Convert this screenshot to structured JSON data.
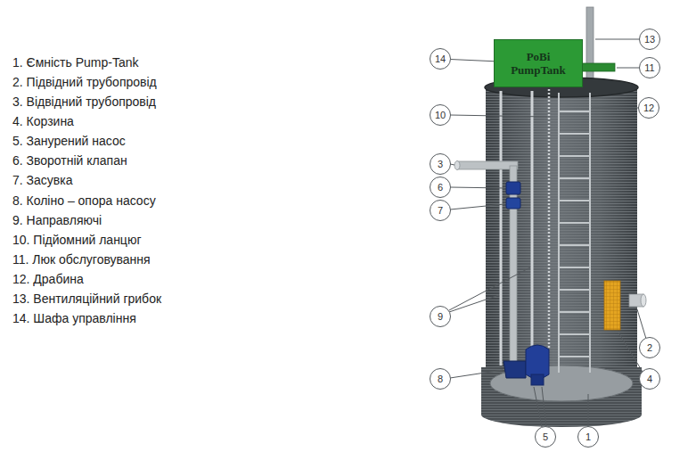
{
  "diagram": {
    "nodes": [
      {
        "text": [
          "14"
        ]
      },
      {
        "text": [
          "PoBi PumpTank"
        ]
      },
      {
        "text": [
          "13"
        ]
      },
      {
        "text": [
          "11"
        ]
      },
      {
        "text": [
          "10"
        ]
      },
      {
        "text": [
          "12"
        ]
      },
      {
        "text": [
          "3"
        ]
      },
      {
        "text": [
          "6"
        ]
      },
      {
        "text": [
          "7"
        ]
      },
      {
        "text": [
          "9"
        ]
      },
      {
        "text": [
          "2"
        ]
      },
      {
        "text": [
          "4"
        ]
      },
      {
        "text": [
          "8"
        ]
      },
      {
        "text": [
          "5"
        ]
      },
      {
        "text": [
          "1"
        ]
      }
    ],
    "edges": [
      {
        "from": 0,
        "to": 1,
        "arrow": "none"
      }
    ],
    "labels": [
      "1. Ємність Pump-Tank",
      "2. Підвідний трубопровід",
      "3. Відвідний трубопровід",
      "4. Корзина",
      "5. Занурений насос",
      "6. Зворотній клапан",
      "7. Засувка",
      "8. Коліно – опора насосу",
      "9. Направляючі",
      "10. Підйомний ланцюг",
      "11. Люк обслуговування",
      "12. Драбина",
      "13. Вентиляційний грибок",
      "14. Шафа управління"
    ]
  }
}
